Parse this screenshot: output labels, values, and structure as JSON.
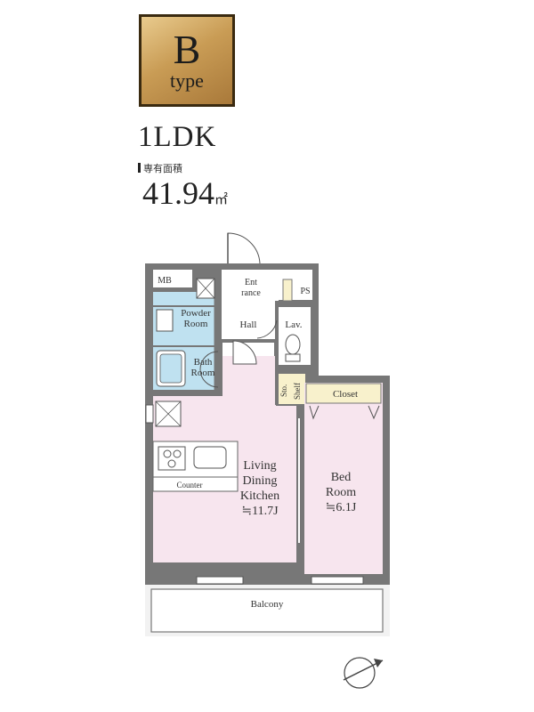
{
  "header": {
    "type_letter": "B",
    "type_word": "type",
    "layout": "1LDK",
    "area_label": "専有面積",
    "area_value": "41.94",
    "area_unit": "㎡"
  },
  "rooms": {
    "mb": "MB",
    "entrance_1": "Ent",
    "entrance_2": "rance",
    "ps": "PS",
    "powder_1": "Powder",
    "powder_2": "Room",
    "hall": "Hall",
    "lav": "Lav.",
    "bath_1": "Bath",
    "bath_2": "Room",
    "sto": "Sto.",
    "shelf": "Shelf",
    "closet": "Closet",
    "counter": "Counter",
    "ldk_1": "Living",
    "ldk_2": "Dining",
    "ldk_3": "Kitchen",
    "ldk_size": "≒11.7J",
    "bed_1": "Bed",
    "bed_2": "Room",
    "bed_size": "≒6.1J",
    "balcony": "Balcony"
  },
  "colors": {
    "wall": "#777777",
    "living": "#f7e5ee",
    "wet": "#bfe1f0",
    "closet": "#f8f1cc",
    "balcony": "#f2f2f2",
    "badge": "#c99c55"
  },
  "icons": [
    "compass-icon",
    "refrigerator-icon",
    "washer-icon",
    "stove-icon",
    "sink-icon",
    "toilet-icon"
  ]
}
